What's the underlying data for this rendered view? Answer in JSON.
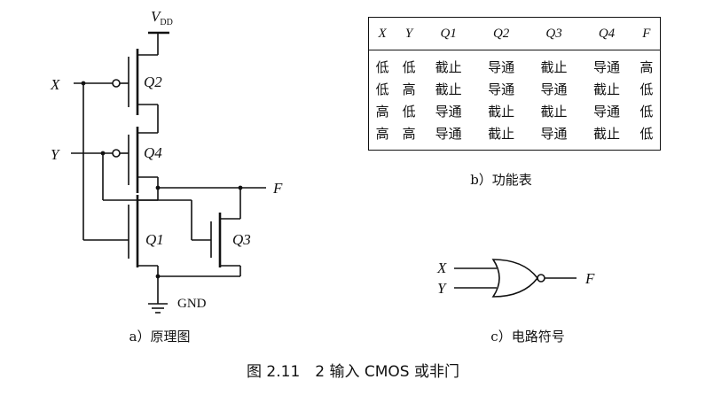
{
  "schematic": {
    "vdd_main": "V",
    "vdd_sub": "DD",
    "input_x": "X",
    "input_y": "Y",
    "output_f": "F",
    "q1": "Q1",
    "q2": "Q2",
    "q3": "Q3",
    "q4": "Q4",
    "gnd": "GND",
    "caption": "a）原理图"
  },
  "truth_table": {
    "headers": [
      "X",
      "Y",
      "Q1",
      "Q2",
      "Q3",
      "Q4",
      "F"
    ],
    "rows": [
      [
        "低",
        "低",
        "截止",
        "导通",
        "截止",
        "导通",
        "高"
      ],
      [
        "低",
        "高",
        "截止",
        "导通",
        "导通",
        "截止",
        "低"
      ],
      [
        "高",
        "低",
        "导通",
        "截止",
        "截止",
        "导通",
        "低"
      ],
      [
        "高",
        "高",
        "导通",
        "截止",
        "导通",
        "截止",
        "低"
      ]
    ],
    "caption": "b）功能表"
  },
  "symbol": {
    "input_x": "X",
    "input_y": "Y",
    "output_f": "F",
    "caption": "c）电路符号"
  },
  "figure_caption": "图 2.11　2 输入 CMOS 或非门"
}
